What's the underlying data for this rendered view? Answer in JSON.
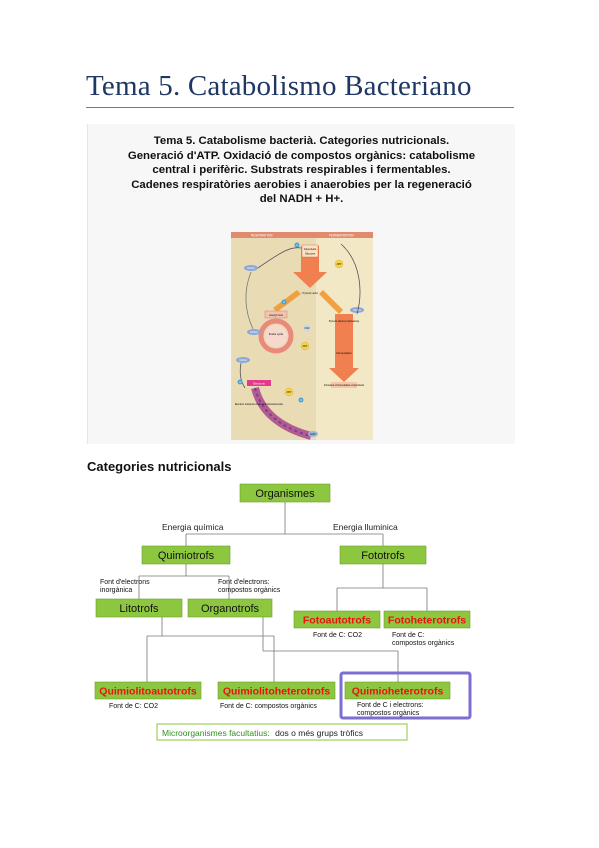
{
  "document": {
    "title": "Tema 5. Catabolismo  Bacteriano",
    "slide_heading": [
      "Tema 5. Catabolisme bacterià. Categories nutricionals.",
      "Generació d'ATP. Oxidació de compostos orgànics: catabolisme",
      "central i perifèric. Substrats respirables i fermentables.",
      "Cadenes respiratòries aerobies i anaerobies per la regeneració",
      "del NADH + H+."
    ],
    "section_heading": "Categories nutricionals"
  },
  "metabolism_figure": {
    "respiration_label": "RESPIRATION",
    "fermentation_label": "FERMENTATION",
    "glycolysis": "Glycolysis",
    "glucose": "Glucose",
    "pyruvic_acid": "Pyruvic acid",
    "acetyl_coa": "Acetyl CoA",
    "krebs": "Krebs cycle",
    "nadh": "NADH",
    "atp": "ATP",
    "co2": "CO2",
    "electrons": "Electrons",
    "etc_label": "Electron transport chain and chemiosmosis",
    "h2o": "H2O",
    "ferm_product1": "Pyruvic acid (or derivative)",
    "ferm_label": "Fermentation",
    "ferm_product2": "Formation of fermentation end-products",
    "step_numbers": [
      "1",
      "2",
      "3",
      "4"
    ],
    "colors": {
      "respiration_bg": "#e9dcb5",
      "fermentation_bg": "#f2e8c6",
      "arrow": "#f08050",
      "krebs": "#f3a89a",
      "header": "#e08a6e"
    }
  },
  "nutrition_diagram": {
    "root": "Organismes",
    "energy_chemical": "Energia química",
    "energy_light": "Energia lluminica",
    "quimiotrofs": "Quimiotrofs",
    "fototrofs": "Fototrofs",
    "inorganic_source_1": "Font d'electrons",
    "inorganic_source_2": "inorgànica",
    "organic_source_1": "Font d'electrons:",
    "organic_source_2": "compostos orgànics",
    "litotrofs": "Litotrofs",
    "organotrofs": "Organotrofs",
    "fotoautotrofs": "Fotoautotrofs",
    "fotoautotrofs_note": "Font de C: CO2",
    "fotoheterotrofs": "Fotoheterotrofs",
    "fotoheterotrofs_note_1": "Font de C:",
    "fotoheterotrofs_note_2": "compostos orgànics",
    "quimiolitoautotrofs": "Quimiolitoautotrofs",
    "quimiolitoautotrofs_note": "Font de C: CO2",
    "quimiolitoheterotrofs": "Quimiolitoheterotrofs",
    "quimiolitoheterotrofs_note": "Font de C: compostos orgànics",
    "quimioheterotrofs": "Quimioheterotrofs",
    "quimioheterotrofs_note_1": "Font de C i electrons:",
    "quimioheterotrofs_note_2": "compostos orgànics",
    "facultative_label": "Microorganismes facultatius:",
    "facultative_text": "dos o més grups tròfics",
    "colors": {
      "node": "#8dc63f",
      "highlight": "#7b6fd0",
      "red_text": "#ee1111",
      "green_text": "#2f8f1f"
    }
  }
}
